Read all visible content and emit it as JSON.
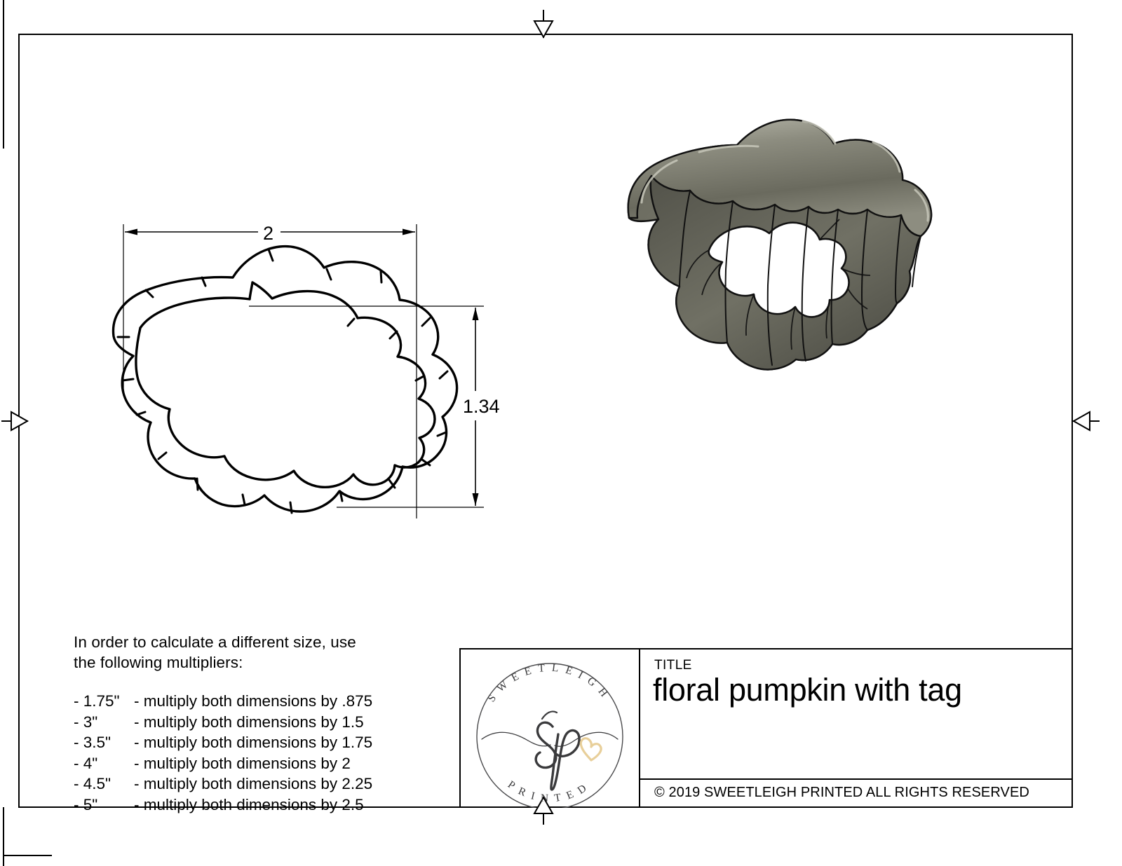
{
  "sheet": {
    "datum_markers": [
      {
        "name": "top-datum-marker",
        "direction": "down"
      },
      {
        "name": "bottom-datum-marker",
        "direction": "up"
      },
      {
        "name": "left-datum-marker",
        "direction": "right"
      },
      {
        "name": "right-datum-marker",
        "direction": "left"
      }
    ]
  },
  "drawing": {
    "width_dimension": "2",
    "height_dimension": "1.34",
    "units_note": "inches"
  },
  "notes": {
    "intro_line1": "In order to calculate a different size, use",
    "intro_line2": "the following multipliers:",
    "rows": [
      {
        "size": "- 1.75\"",
        "text": "- multiply both dimensions by .875"
      },
      {
        "size": "- 3\"",
        "text": "- multiply both dimensions by 1.5"
      },
      {
        "size": "- 3.5\"",
        "text": "- multiply both dimensions by 1.75"
      },
      {
        "size": "- 4\"",
        "text": "- multiply both dimensions by 2"
      },
      {
        "size": "- 4.5\"",
        "text": "- multiply both dimensions by 2.25"
      },
      {
        "size": "- 5\"",
        "text": "- multiply both dimensions by 2.5"
      }
    ]
  },
  "title_block": {
    "title_label": "TITLE",
    "title_value": "floral pumpkin with tag",
    "copyright": "© 2019  SWEETLEIGH PRINTED  ALL RIGHTS RESERVED",
    "logo": {
      "top_arc_text": "SWEETLEIGH",
      "bottom_arc_text": "PRINTED",
      "monogram": "sp",
      "heart_color": "#e8cf9a",
      "ink_color": "#3a3a3c"
    }
  },
  "model": {
    "name": "floral-pumpkin-with-tag-cookie-cutter",
    "body_color": "#6f6f63",
    "body_light": "#8e8e81",
    "body_dark": "#4e4e45",
    "outline_color": "#111111"
  }
}
